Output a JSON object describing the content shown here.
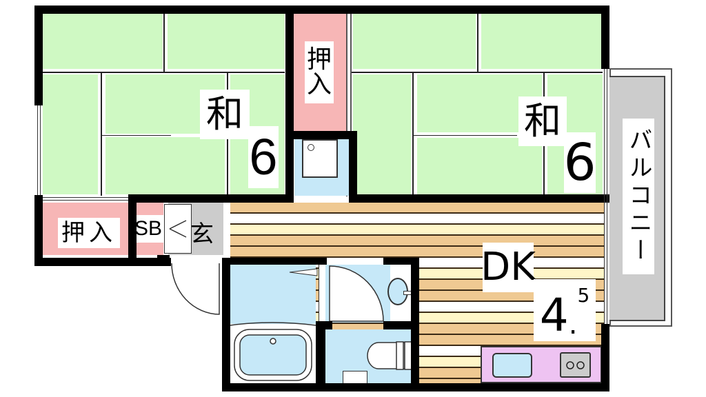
{
  "floor_plan": {
    "rooms": [
      {
        "id": "washitsu-west",
        "type": "Japanese-style room (tatami)",
        "label": "和",
        "size": "6"
      },
      {
        "id": "washitsu-east",
        "type": "Japanese-style room (tatami)",
        "label": "和",
        "size": "6"
      },
      {
        "id": "dk",
        "type": "Dining-Kitchen",
        "label": "DK",
        "size_main": "4",
        "size_sup": "5",
        "size_dot": "."
      },
      {
        "id": "balcony",
        "type": "Balcony",
        "label": "バルコニー"
      },
      {
        "id": "oshiire-top",
        "type": "Closet",
        "label_line1": "押",
        "label_line2": "入"
      },
      {
        "id": "oshiire-bottom",
        "type": "Closet",
        "label": "押入"
      },
      {
        "id": "shoebox",
        "type": "Shoe box",
        "label": "SB"
      },
      {
        "id": "genkan",
        "type": "Entrance",
        "label": "玄"
      }
    ],
    "fixtures": [
      "bathtub",
      "toilet",
      "wash-basin",
      "washing-machine-pan",
      "kitchen-sink",
      "gas-stove"
    ],
    "colors": {
      "tatami": "#cff9c3",
      "closet": "#f7b6b6",
      "wet_area": "#c6e8f8",
      "floor_dark": "#efc992",
      "floor_light": "#fff6c8",
      "kitchen_counter": "#eec3f2",
      "balcony": "#cccccc",
      "genkan": "#cccccc",
      "wall": "#000000"
    }
  }
}
